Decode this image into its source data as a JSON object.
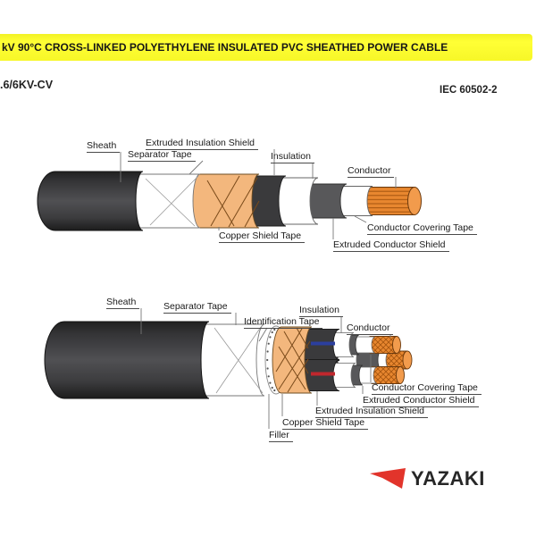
{
  "header": {
    "title": "kV 90°C CROSS-LINKED POLYETHYLENE INSULATED PVC SHEATHED POWER CABLE",
    "bar_color": "#FBFB30"
  },
  "subheader": {
    "cable_type": ".6/6KV-CV",
    "standard": "IEC 60502-2"
  },
  "diagram_single_core": {
    "labels": {
      "sheath": "Sheath",
      "extruded_insulation_shield": "Extruded Insulation Shield",
      "separator_tape": "Separator Tape",
      "insulation": "Insulation",
      "conductor": "Conductor",
      "copper_shield_tape": "Copper Shield Tape",
      "conductor_covering_tape": "Conductor Covering Tape",
      "extruded_conductor_shield": "Extruded Conductor Shield"
    }
  },
  "diagram_three_core": {
    "labels": {
      "sheath": "Sheath",
      "separator_tape": "Separator Tape",
      "identification_tape": "Identification Tape",
      "insulation": "Insulation",
      "conductor": "Conductor",
      "conductor_covering_tape": "Conductor Covering Tape",
      "extruded_conductor_shield": "Extruded Conductor Shield",
      "extruded_insulation_shield": "Extruded Insulation Shield",
      "copper_shield_tape": "Copper Shield Tape",
      "filler": "Filler"
    }
  },
  "logo": {
    "text": "YAZAKI",
    "accent_color": "#E2342B"
  },
  "colors": {
    "sheath": "#3F3F41",
    "copper_shield_tape": "#F3B77D",
    "conductor": "#E8872F",
    "stripe_blue": "#2B3F9E",
    "stripe_red": "#C0272D"
  }
}
